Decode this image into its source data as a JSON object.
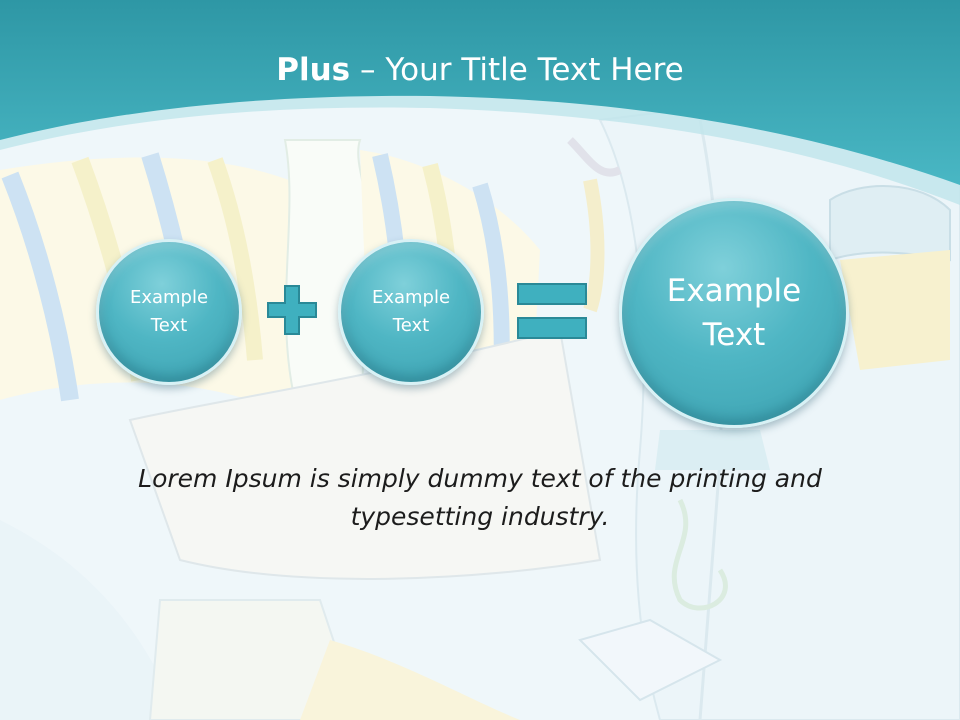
{
  "slide": {
    "title_bold": "Plus",
    "title_rest": " – Your Title Text Here",
    "circles": [
      {
        "label": "Example Text"
      },
      {
        "label": "Example Text"
      },
      {
        "label": "Example Text"
      }
    ],
    "operators": [
      "plus-icon",
      "equals-icon"
    ],
    "body_text": "Lorem Ipsum is simply dummy text of the printing and typesetting industry."
  },
  "colors": {
    "header_teal": "#3aa9b6",
    "circle_teal": "#4fb6c4",
    "operator_teal": "#3fb0bf",
    "text_dark": "#1c1c1c"
  }
}
